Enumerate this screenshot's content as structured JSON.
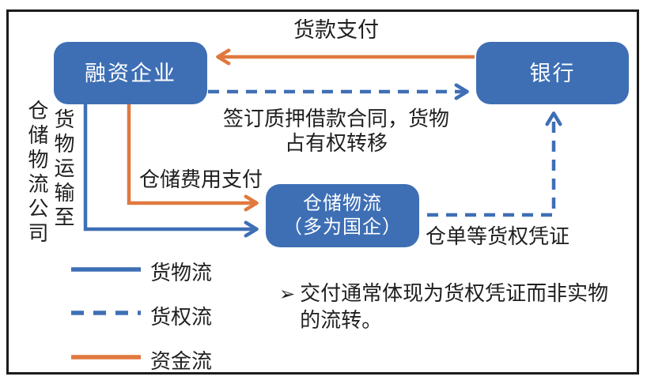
{
  "colors": {
    "blue": "#3e6fb5",
    "orange": "#e0793f",
    "text": "#1f1f1f",
    "border": "#1b1b1b",
    "boxtext": "#ffffff"
  },
  "nodes": {
    "financing": {
      "label": "融资企业"
    },
    "bank": {
      "label": "银行"
    },
    "warehouse": {
      "line1": "仓储物流",
      "line2": "（多为国企）"
    }
  },
  "edges": {
    "payment": {
      "label": "货款支付",
      "flow": "资金流"
    },
    "pledge_contract": {
      "line1": "签订质押借款合同，货物",
      "line2": "占有权转移",
      "flow": "货权流"
    },
    "storage_fee": {
      "label": "仓储费用支付",
      "flow": "资金流"
    },
    "goods_transport": {
      "col1": "仓储物流公司",
      "col2": "货物运输至",
      "flow": "货物流"
    },
    "warehouse_receipt": {
      "label": "仓单等货权凭证",
      "flow": "货权流"
    }
  },
  "legend": {
    "items": [
      {
        "label": "货物流",
        "style": "solid-blue"
      },
      {
        "label": "货权流",
        "style": "dashed-blue"
      },
      {
        "label": "资金流",
        "style": "solid-orange"
      }
    ]
  },
  "note": {
    "bullet": "➢",
    "line1": "交付通常体现为货权凭证而非实物",
    "line2": "的流转。"
  }
}
